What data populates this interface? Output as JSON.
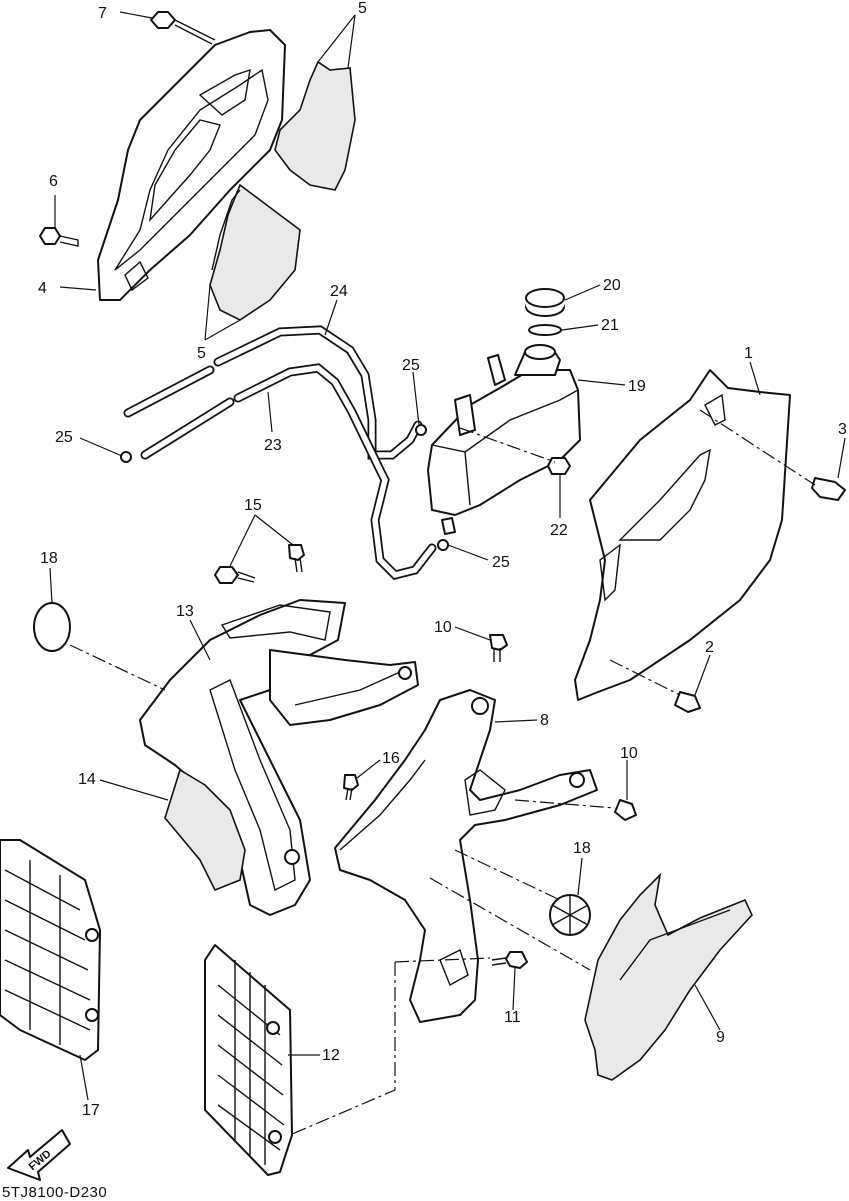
{
  "callouts": {
    "c1": "1",
    "c2": "2",
    "c3": "3",
    "c4": "4",
    "c5a": "5",
    "c5b": "5",
    "c6": "6",
    "c7": "7",
    "c8": "8",
    "c9": "9",
    "c10a": "10",
    "c10b": "10",
    "c11": "11",
    "c12": "12",
    "c13": "13",
    "c14": "14",
    "c15": "15",
    "c16": "16",
    "c17": "17",
    "c18a": "18",
    "c18b": "18",
    "c19": "19",
    "c20": "20",
    "c21": "21",
    "c22": "22",
    "c23": "23",
    "c24": "24",
    "c25a": "25",
    "c25b": "25",
    "c25c": "25"
  },
  "fwd_label": "FWD",
  "diagram_code": "5TJ8100-D230"
}
